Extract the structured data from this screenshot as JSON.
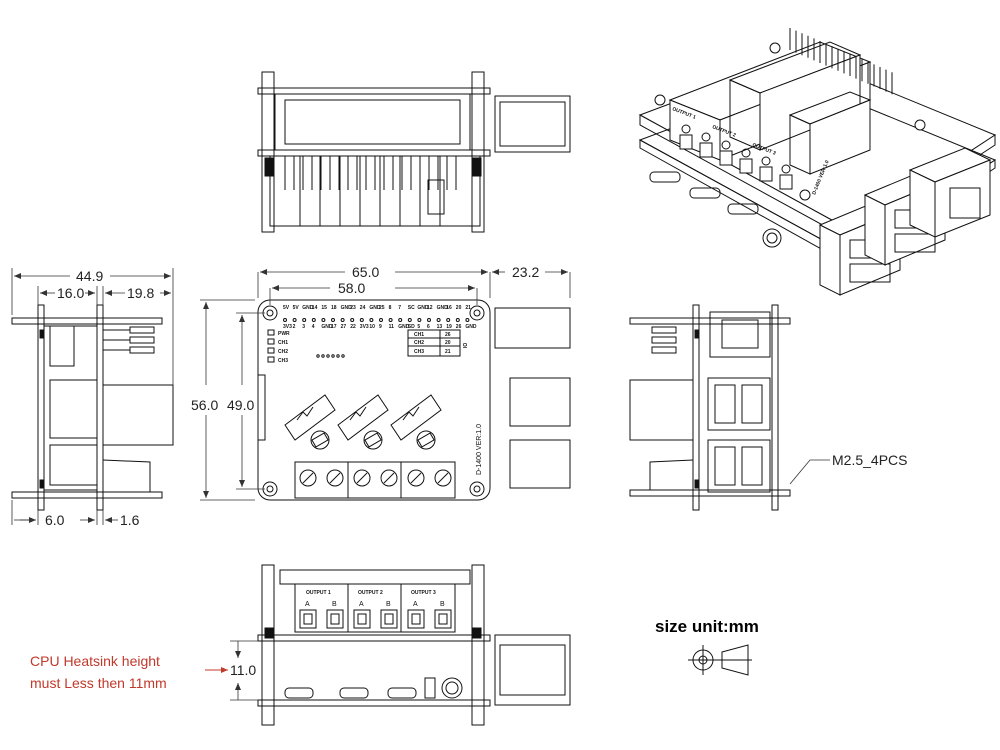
{
  "dimensions": {
    "side_total_width": "44.9",
    "side_left": "16.0",
    "side_right": "19.8",
    "side_bottom_left": "6.0",
    "side_bottom_right": "1.6",
    "top_width": "65.0",
    "top_hole_span": "58.0",
    "top_overhang": "23.2",
    "top_height": "56.0",
    "top_hole_height": "49.0",
    "heatsink_clearance": "11.0"
  },
  "board": {
    "model": "D-1400 VER:1.0",
    "pin_row_top": [
      "5V",
      "5V",
      "GND",
      "14",
      "15",
      "18",
      "GND",
      "23",
      "24",
      "GND",
      "25",
      "8",
      "7",
      "SC",
      "GND",
      "12",
      "GND",
      "16",
      "20",
      "21"
    ],
    "pin_row_bottom": [
      "3V3",
      "2",
      "3",
      "4",
      "GND",
      "17",
      "27",
      "22",
      "3V3",
      "10",
      "9",
      "11",
      "GND",
      "SD",
      "5",
      "6",
      "13",
      "19",
      "26",
      "GND"
    ],
    "leds": [
      "PWR",
      "CH1",
      "CH2",
      "CH3"
    ],
    "channel_table": [
      {
        "ch": "CH1",
        "pin": "26"
      },
      {
        "ch": "CH2",
        "pin": "20"
      },
      {
        "ch": "CH3",
        "pin": "21"
      }
    ],
    "io_label": "IO",
    "outputs": [
      "OUTPUT 1",
      "OUTPUT 2",
      "OUTPUT 3"
    ],
    "terminal_labels": [
      "A",
      "B",
      "A",
      "B",
      "A",
      "B"
    ]
  },
  "notes": {
    "heatsink_line1": "CPU Heatsink height",
    "heatsink_line2": "must Less then 11mm",
    "screws": "M2.5_4PCS",
    "units": "size unit:mm"
  },
  "colors": {
    "line": "#111111",
    "dim": "#333333",
    "note": "#c0392b"
  }
}
